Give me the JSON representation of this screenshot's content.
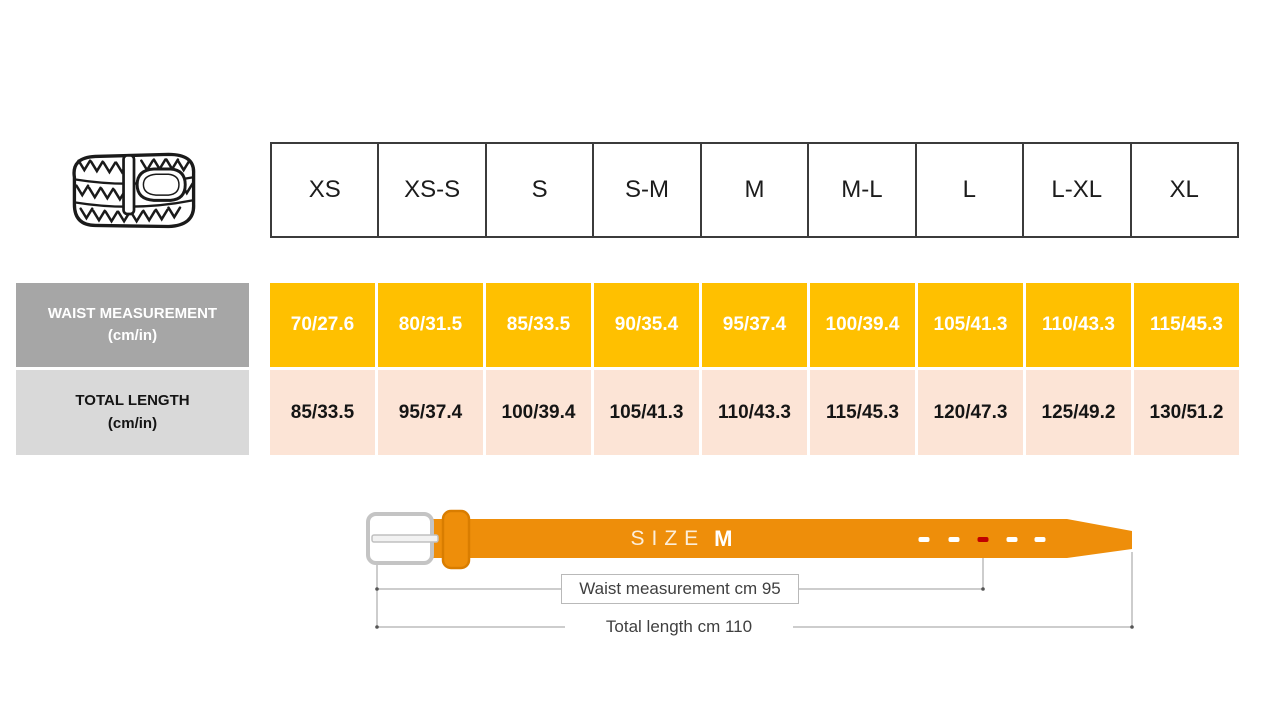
{
  "chart_data": {
    "type": "table",
    "columns": [
      "XS",
      "XS-S",
      "S",
      "S-M",
      "M",
      "M-L",
      "L",
      "L-XL",
      "XL"
    ],
    "rows": [
      {
        "label": "WAIST MEASUREMENT",
        "unit": "(cm/in)",
        "values": [
          "70/27.6",
          "80/31.5",
          "85/33.5",
          "90/35.4",
          "95/37.4",
          "100/39.4",
          "105/41.3",
          "110/43.3",
          "115/45.3"
        ]
      },
      {
        "label": "TOTAL LENGTH",
        "unit": "(cm/in)",
        "values": [
          "85/33.5",
          "95/37.4",
          "100/39.4",
          "105/41.3",
          "110/43.3",
          "115/45.3",
          "120/47.3",
          "125/49.2",
          "130/51.2"
        ]
      }
    ]
  },
  "diagram": {
    "size_word": "SIZE",
    "size_value": "M",
    "waist_annotation": "Waist measurement cm 95",
    "total_annotation": "Total length cm 110"
  },
  "colors": {
    "waist_cell": "#FFC000",
    "length_cell": "#FCE4D6",
    "waist_header_bg": "#A6A6A6",
    "length_header_bg": "#D9D9D9",
    "belt": "#EE8E0A",
    "belt_loop_stroke": "#D97D00",
    "hole_highlight": "#C00000",
    "guide_line": "#9b9b9b"
  }
}
